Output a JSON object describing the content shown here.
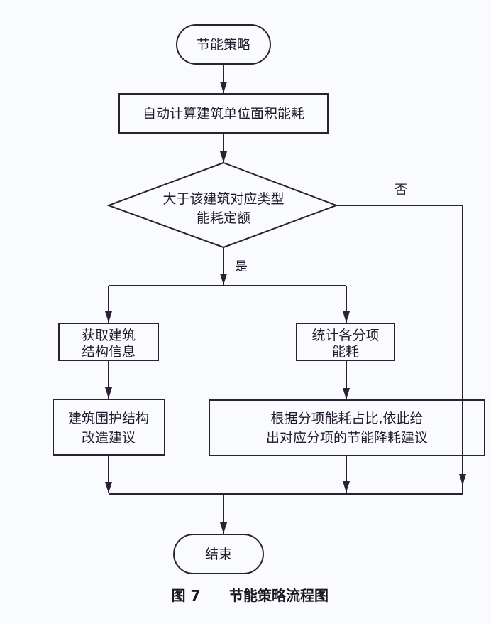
{
  "diagram": {
    "nodes": {
      "start": {
        "type": "terminator",
        "text": "节能策略"
      },
      "calc": {
        "type": "process",
        "text": "自动计算建筑单位面积能耗"
      },
      "decision": {
        "type": "decision",
        "lines": [
          "大于该建筑对应类型",
          "能耗定额"
        ]
      },
      "get_structure": {
        "type": "process",
        "lines": [
          "获取建筑",
          "结构信息"
        ]
      },
      "envelope_advice": {
        "type": "process",
        "lines": [
          "建筑围护结构",
          "改造建议"
        ]
      },
      "stat_items": {
        "type": "process",
        "lines": [
          "统计各分项",
          "能耗"
        ]
      },
      "item_advice": {
        "type": "process",
        "lines": [
          "根据分项能耗占比,依此给",
          "出对应分项的节能降耗建议"
        ]
      },
      "end": {
        "type": "terminator",
        "text": "结束"
      }
    },
    "edges": {
      "yes_label": "是",
      "no_label": "否"
    },
    "colors": {
      "line": "#2a2230",
      "background": "#fafbfe",
      "text": "#221a2a"
    }
  },
  "caption": {
    "figure_number": "图 7",
    "title": "节能策略流程图"
  }
}
